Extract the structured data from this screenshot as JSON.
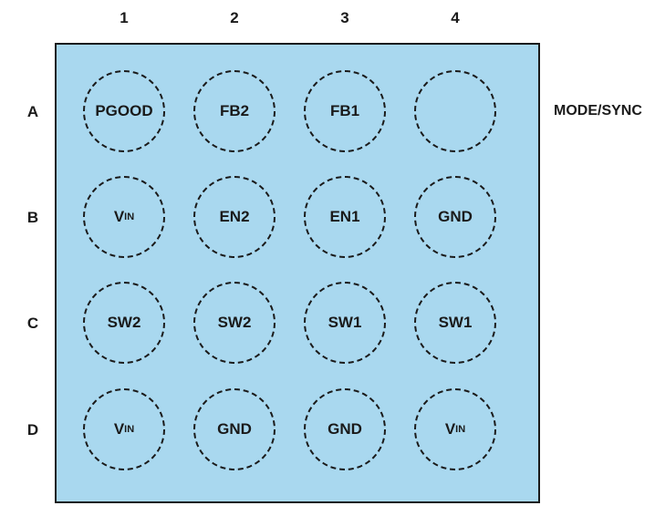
{
  "columns": [
    "1",
    "2",
    "3",
    "4"
  ],
  "rows": [
    "A",
    "B",
    "C",
    "D"
  ],
  "side_label": "MODE/SYNC",
  "balls": {
    "A1": {
      "text": "PGOOD",
      "sub": ""
    },
    "A2": {
      "text": "FB2",
      "sub": ""
    },
    "A3": {
      "text": "FB1",
      "sub": ""
    },
    "A4": {
      "text": "",
      "sub": ""
    },
    "B1": {
      "text": "V",
      "sub": "IN"
    },
    "B2": {
      "text": "EN2",
      "sub": ""
    },
    "B3": {
      "text": "EN1",
      "sub": ""
    },
    "B4": {
      "text": "GND",
      "sub": ""
    },
    "C1": {
      "text": "SW2",
      "sub": ""
    },
    "C2": {
      "text": "SW2",
      "sub": ""
    },
    "C3": {
      "text": "SW1",
      "sub": ""
    },
    "C4": {
      "text": "SW1",
      "sub": ""
    },
    "D1": {
      "text": "V",
      "sub": "IN"
    },
    "D2": {
      "text": "GND",
      "sub": ""
    },
    "D3": {
      "text": "GND",
      "sub": ""
    },
    "D4": {
      "text": "V",
      "sub": "IN"
    }
  }
}
